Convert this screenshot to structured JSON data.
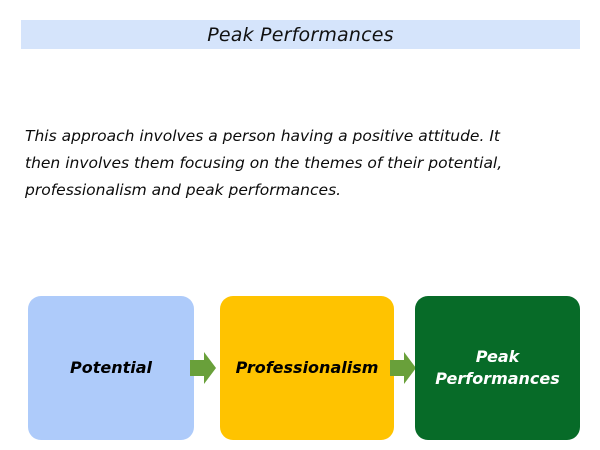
{
  "slide": {
    "title": "Peak Performances",
    "title_bg": "#d5e4fb",
    "body_paragraph": "This approach involves a person having a positive attitude. It then involves them focusing on the themes of their potential, professionalism and peak performances."
  },
  "flow": {
    "arrow_color": "#69a03a",
    "steps": [
      {
        "label": "Potential",
        "bg": "#aecbfa",
        "text_color": "#000000"
      },
      {
        "label": "Professionalism",
        "bg": "#ffc300",
        "text_color": "#000000"
      },
      {
        "label": "Peak Performances",
        "label_line1": "Peak",
        "label_line2": "Performances",
        "bg": "#076b28",
        "text_color": "#ffffff"
      }
    ],
    "connectors": [
      {
        "name": "arrow-potential-to-professionalism"
      },
      {
        "name": "arrow-professionalism-to-peak"
      }
    ]
  }
}
